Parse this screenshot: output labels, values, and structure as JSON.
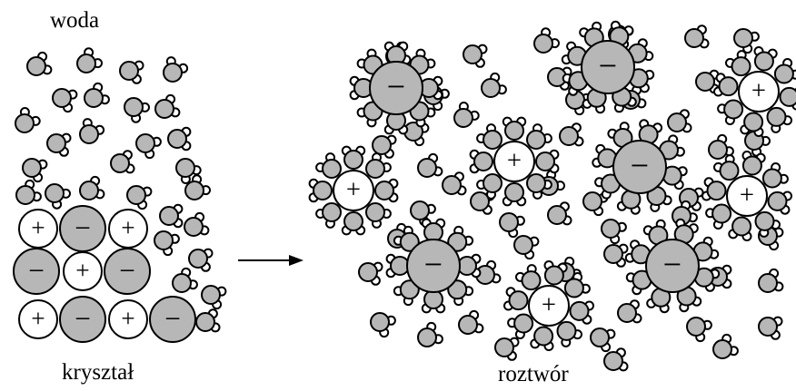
{
  "labels": {
    "water": "woda",
    "crystal": "kryształ",
    "solution": "roztwór"
  },
  "symbols": {
    "cation": "+",
    "anion": "−"
  },
  "colors": {
    "cation_fill": "#ffffff",
    "anion_fill": "#b7b7b7",
    "oxygen_fill": "#b7b7b7",
    "hydrogen_fill": "#ffffff",
    "stroke": "#000000"
  },
  "crystal_lattice": [
    [
      "cation",
      "anion",
      "cation"
    ],
    [
      "anion",
      "cation",
      "anion"
    ],
    [
      "cation",
      "anion",
      "cation",
      "anion"
    ]
  ],
  "dissolved_ions": [
    "anion",
    "anion",
    "cation",
    "cation",
    "anion",
    "cation",
    "cation",
    "anion",
    "anion",
    "cation"
  ],
  "arrow_direction": "right"
}
